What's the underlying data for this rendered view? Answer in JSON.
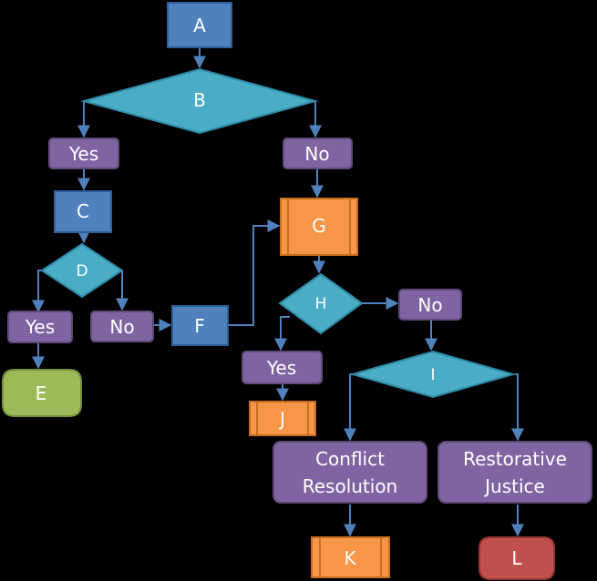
{
  "colors": {
    "blue": "#4f81bd",
    "blue_border": "#2f5f98",
    "teal": "#4bacc6",
    "teal_border": "#2e8aa5",
    "purple": "#8064a2",
    "purple_border": "#5e4a79",
    "orange": "#f79646",
    "orange_border": "#c86f1f",
    "green": "#9bbb59",
    "green_border": "#72913a",
    "red": "#c0504d",
    "red_border": "#943634",
    "arrow": "#4f81bd",
    "background": "#000000"
  },
  "nodes": {
    "a": "A",
    "b": "B",
    "yes1": "Yes",
    "no1": "No",
    "c": "C",
    "d": "D",
    "yes2": "Yes",
    "no2": "No",
    "e": "E",
    "f": "F",
    "g": "G",
    "h": "H",
    "no3": "No",
    "yes3": "Yes",
    "j": "J",
    "i": "I",
    "conflict_line1": "Conflict",
    "conflict_line2": "Resolution",
    "restorative_line1": "Restorative",
    "restorative_line2": "Justice",
    "k": "K",
    "l": "L"
  }
}
